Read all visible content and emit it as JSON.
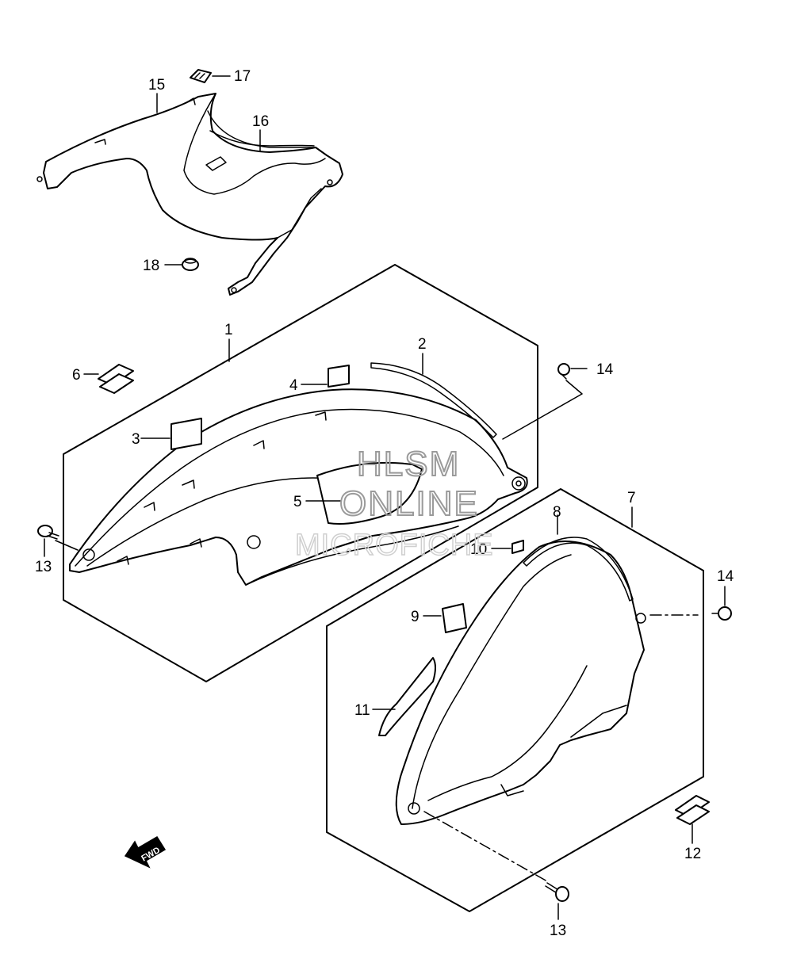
{
  "watermark": {
    "line1": "HLSM",
    "line2": "ONLINE",
    "line3": "MICROFICHE"
  },
  "direction_arrow": {
    "label": "FWD",
    "icon": "fwd-arrow-icon"
  },
  "callouts": {
    "c1": "1",
    "c2": "2",
    "c3": "3",
    "c4": "4",
    "c5": "5",
    "c6": "6",
    "c7": "7",
    "c8": "8",
    "c9": "9",
    "c10": "10",
    "c11": "11",
    "c12": "12",
    "c13a": "13",
    "c13b": "13",
    "c14a": "14",
    "c14b": "14",
    "c15": "15",
    "c16": "16",
    "c17": "17",
    "c18": "18"
  },
  "colors": {
    "line": "#000000",
    "background": "#ffffff",
    "watermark": "#9a9a9a"
  }
}
